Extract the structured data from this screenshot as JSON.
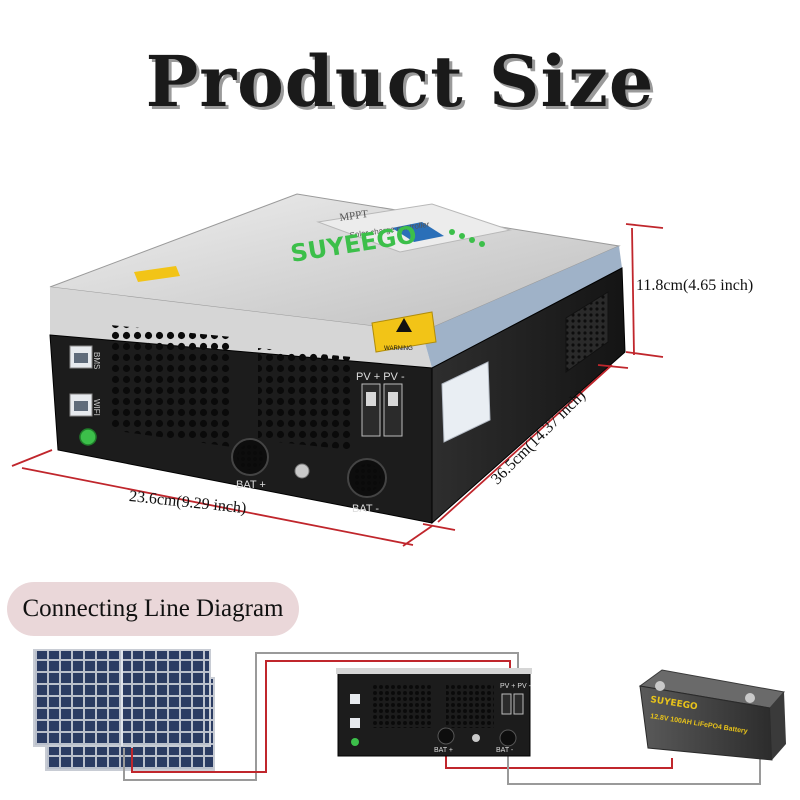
{
  "title": "Product Size",
  "brand": "SUYEEGO",
  "device": {
    "label_top": "MPPT",
    "label_sub": "Solar charge controller",
    "port_bms": "BMS",
    "port_wifi": "WIFI",
    "pv_label": "PV + PV -",
    "bat_plus": "BAT +",
    "bat_minus": "BAT -",
    "warning": "WARNING"
  },
  "dimensions": {
    "width": "23.6cm(9.29 inch)",
    "depth": "36.5cm(14.37 inch)",
    "height": "11.8cm(4.65 inch)"
  },
  "diagram": {
    "title": "Connecting Line Diagram",
    "battery_brand": "SUYEEGO",
    "battery_label": "12.8V 100AH  LiFePO4 Battery",
    "small_pv": "PV + PV -",
    "small_bat_plus": "BAT +",
    "small_bat_minus": "BAT -"
  },
  "colors": {
    "dimension_line": "#c0262c",
    "wire_red": "#c0262c",
    "wire_gray": "#9a9a9a",
    "badge_bg": "#ead7d9",
    "brand_green": "#3cbf4a"
  }
}
